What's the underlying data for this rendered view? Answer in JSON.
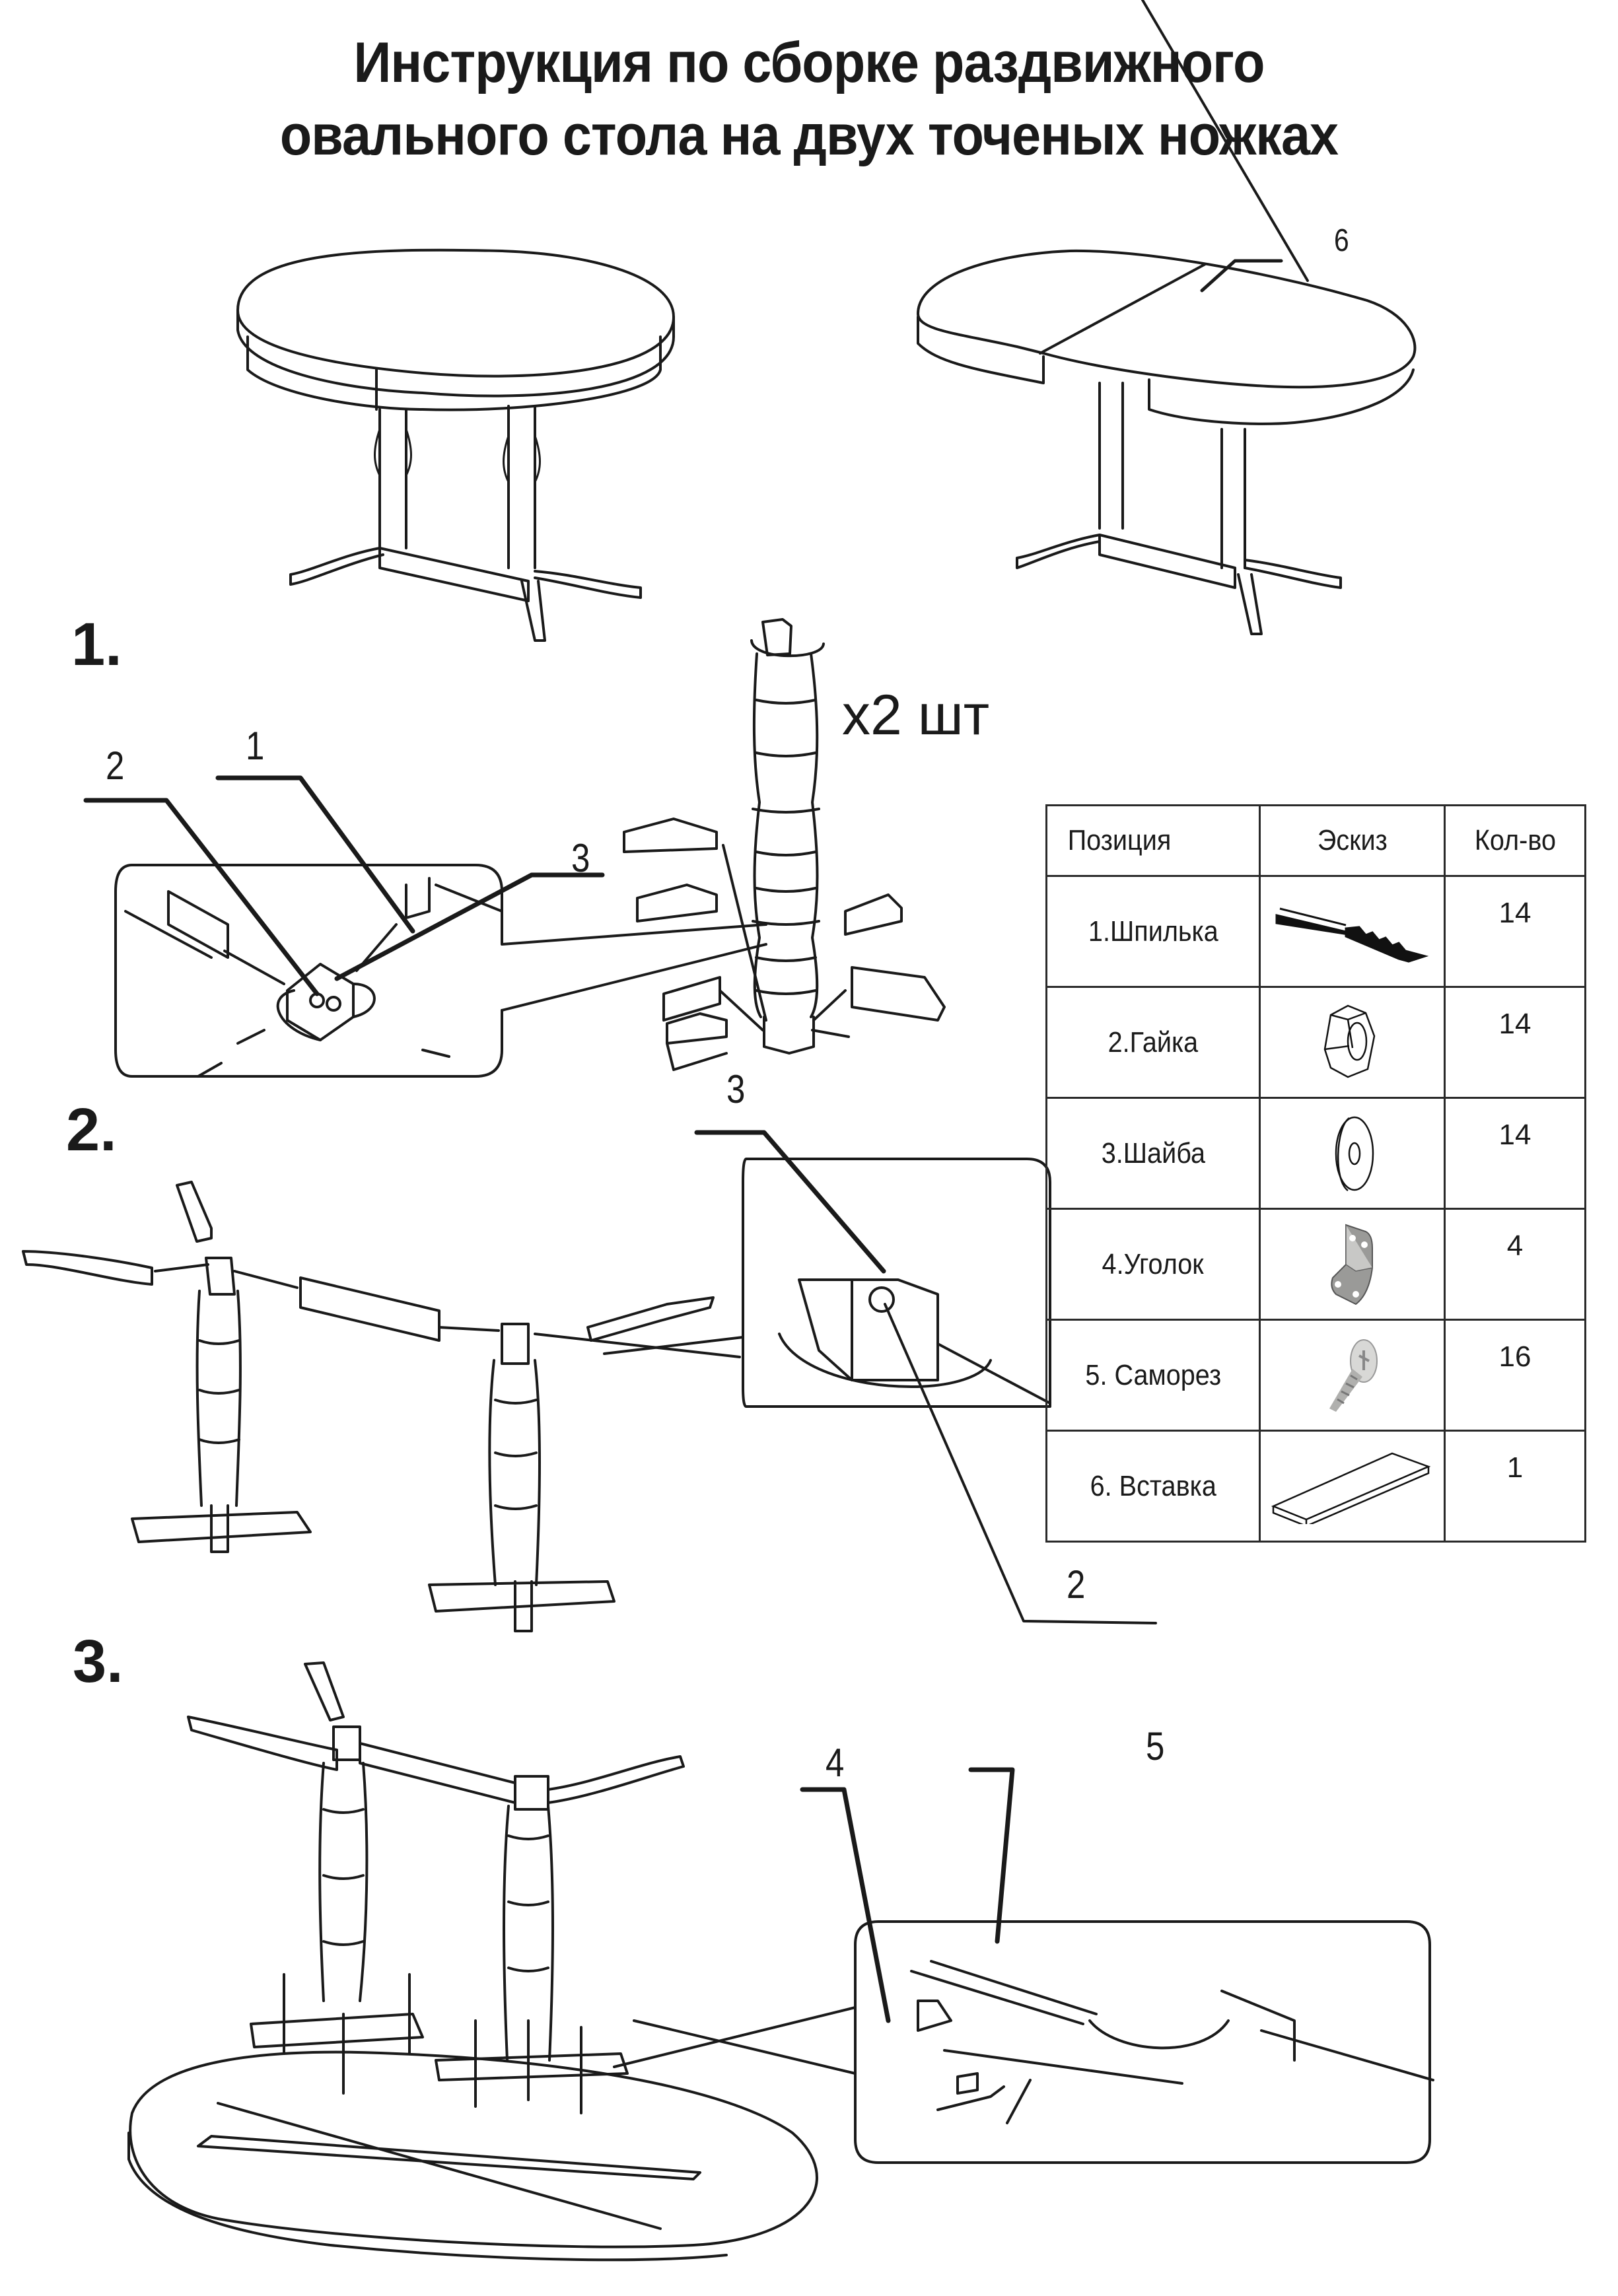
{
  "title": {
    "line1": "Инструкция по сборке раздвижного",
    "line2": "овального стола на двух точеных ножках"
  },
  "steps": [
    {
      "number": "1.",
      "note": "x2 шт",
      "callouts": [
        "1",
        "2",
        "3"
      ]
    },
    {
      "number": "2.",
      "callouts": [
        "3",
        "2"
      ]
    },
    {
      "number": "3.",
      "callouts": [
        "4",
        "5"
      ]
    }
  ],
  "overview": {
    "extended_table_callout": "6"
  },
  "parts_table": {
    "headers": [
      "Позиция",
      "Эскиз",
      "Кол-во"
    ],
    "rows": [
      {
        "position": "1.Шпилька",
        "sketch": "stud-screw-icon",
        "qty": "14"
      },
      {
        "position": "2.Гайка",
        "sketch": "hex-nut-icon",
        "qty": "14"
      },
      {
        "position": "3.Шайба",
        "sketch": "washer-icon",
        "qty": "14"
      },
      {
        "position": "4.Уголок",
        "sketch": "corner-bracket-icon",
        "qty": "4"
      },
      {
        "position": "5. Саморез",
        "sketch": "wood-screw-icon",
        "qty": "16"
      },
      {
        "position": "6. Вставка",
        "sketch": "insert-panel-icon",
        "qty": "1"
      }
    ]
  }
}
